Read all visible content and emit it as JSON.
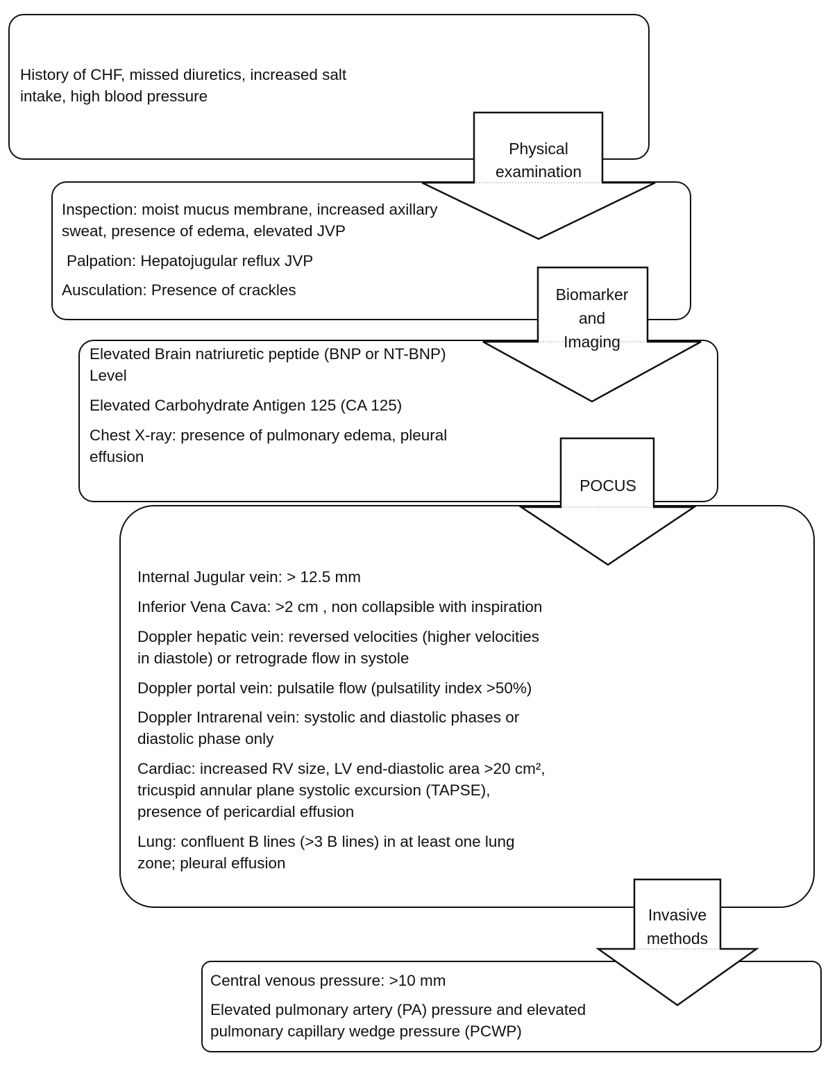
{
  "boxes": {
    "history": {
      "lines": [
        "History of CHF, missed diuretics, increased salt",
        "intake, high blood pressure"
      ]
    },
    "physical": {
      "items": [
        [
          "Inspection: moist mucus membrane, increased axillary",
          "sweat, presence of edema, elevated JVP"
        ],
        [
          "Palpation: Hepatojugular reflux JVP"
        ],
        [
          "Ausculation: Presence of crackles"
        ]
      ]
    },
    "biomarker": {
      "items": [
        [
          "Elevated Brain natriuretic peptide (BNP or NT-BNP)",
          "Level"
        ],
        [
          "Elevated Carbohydrate Antigen 125 (CA 125)"
        ],
        [
          "Chest X-ray: presence of pulmonary edema, pleural",
          "effusion"
        ]
      ]
    },
    "pocus": {
      "items": [
        [
          "Internal Jugular vein: > 12.5 mm"
        ],
        [
          "Inferior Vena Cava: >2 cm , non collapsible with inspiration"
        ],
        [
          "Doppler hepatic vein: reversed velocities (higher velocities",
          "in diastole) or retrograde flow in systole"
        ],
        [
          "Doppler portal vein: pulsatile flow (pulsatility index >50%)"
        ],
        [
          "Doppler Intrarenal vein: systolic and diastolic phases or",
          "diastolic phase only"
        ],
        [
          "Cardiac: increased RV size, LV end-diastolic area >20 cm²,",
          "tricuspid annular plane systolic excursion (TAPSE),",
          "presence of pericardial effusion"
        ],
        [
          "Lung: confluent B lines (>3 B lines) in at least one lung",
          "zone; pleural effusion"
        ]
      ]
    },
    "invasive": {
      "items": [
        [
          "Central venous pressure: >10 mm"
        ],
        [
          "Elevated pulmonary artery (PA) pressure and  elevated",
          "pulmonary capillary wedge pressure (PCWP)"
        ]
      ]
    }
  },
  "arrows": {
    "physical": [
      "Physical",
      "examination"
    ],
    "biomarker": [
      "Biomarker",
      "and",
      "Imaging"
    ],
    "pocus": [
      "POCUS"
    ],
    "invasive": [
      "Invasive",
      "methods"
    ]
  }
}
